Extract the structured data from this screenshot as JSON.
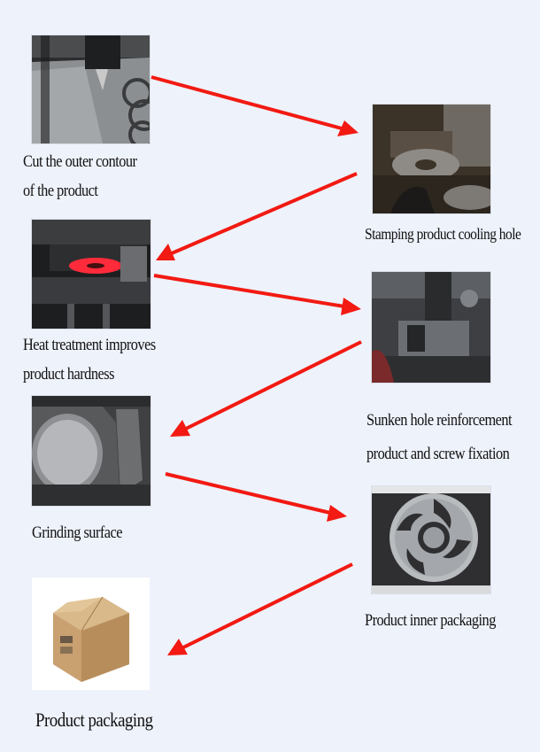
{
  "steps": [
    {
      "id": "cut",
      "lines": [
        "Cut the outer contour",
        "of the product"
      ],
      "photo_icon": "laser-cutting-photo"
    },
    {
      "id": "stamp",
      "lines": [
        "Stamping product cooling hole"
      ],
      "photo_icon": "stamping-press-photo"
    },
    {
      "id": "heat",
      "lines": [
        "Heat treatment improves",
        "product hardness"
      ],
      "photo_icon": "heat-treatment-photo"
    },
    {
      "id": "sunken",
      "lines": [
        "Sunken hole reinforcement",
        "product and screw fixation"
      ],
      "photo_icon": "drilling-machine-photo"
    },
    {
      "id": "grind",
      "lines": [
        "Grinding surface"
      ],
      "photo_icon": "grinding-machine-photo"
    },
    {
      "id": "inner",
      "lines": [
        "Product inner packaging"
      ],
      "photo_icon": "brake-disc-photo"
    },
    {
      "id": "pack",
      "lines": [
        "Product packaging"
      ],
      "photo_icon": "cardboard-box-photo"
    }
  ],
  "colors": {
    "background": "#eef2fb",
    "arrow": "#f21a12",
    "text": "#111111"
  }
}
